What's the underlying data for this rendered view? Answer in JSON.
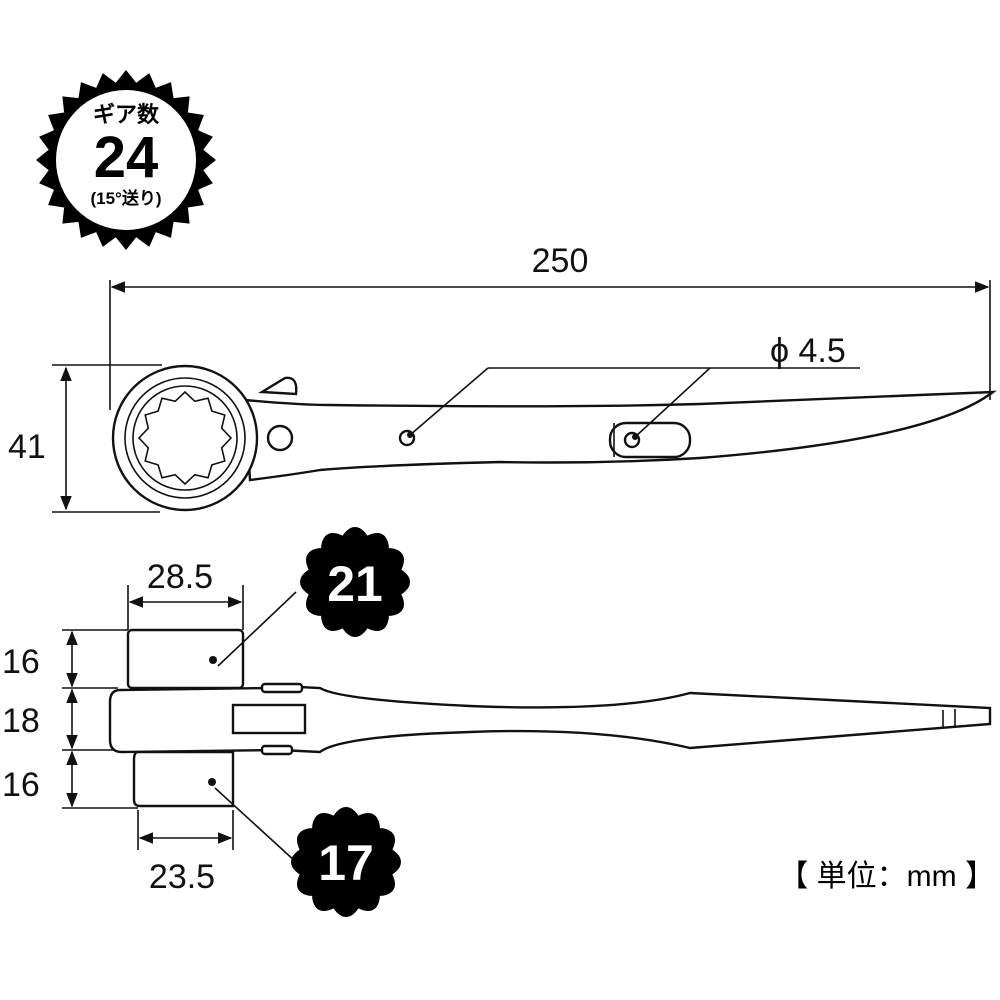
{
  "gear_badge": {
    "heading": "ギア数",
    "count": "24",
    "note": "(15°送り)"
  },
  "dimensions": {
    "overall_length": "250",
    "hole_diameter": "ϕ 4.5",
    "head_width": "41",
    "large_socket_width": "28.5",
    "small_socket_width": "23.5",
    "upper_socket_height": "16",
    "head_thickness": "18",
    "lower_socket_height": "16"
  },
  "socket_sizes": {
    "large": "21",
    "small": "17"
  },
  "unit_label": "【 単位：mm 】",
  "colors": {
    "line": "#111111",
    "badge_fill": "#000000",
    "background": "#ffffff"
  }
}
